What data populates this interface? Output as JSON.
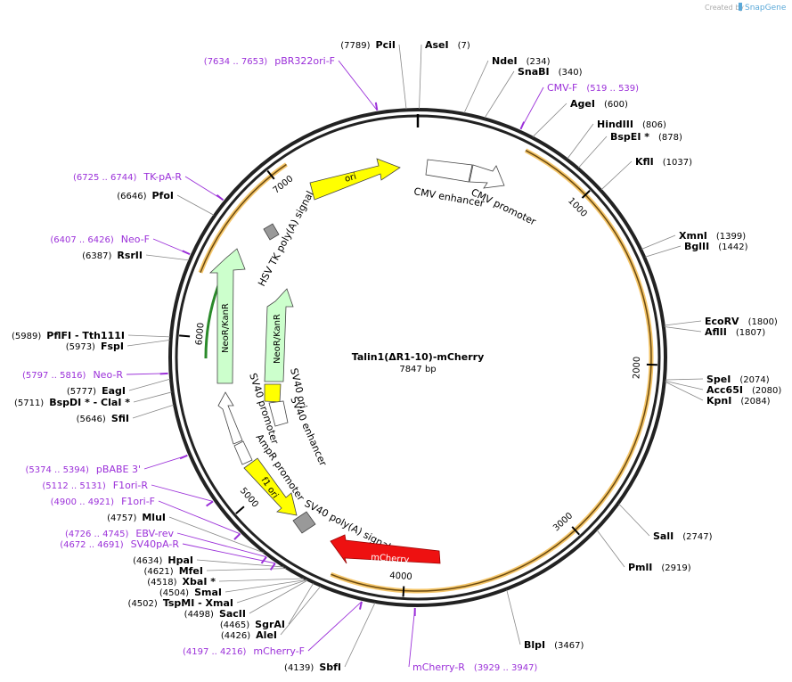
{
  "header": {
    "created_by": "Created by",
    "brand": "SnapGene"
  },
  "plasmid": {
    "name": "Talin1(ΔR1-10)-mCherry",
    "size_label": "7847 bp",
    "total_bp": 7847
  },
  "ticks": [
    {
      "bp": 1000,
      "label": "1000"
    },
    {
      "bp": 2000,
      "label": "2000"
    },
    {
      "bp": 3000,
      "label": "3000"
    },
    {
      "bp": 4000,
      "label": "4000"
    },
    {
      "bp": 5000,
      "label": "5000"
    },
    {
      "bp": 6000,
      "label": "6000"
    },
    {
      "bp": 7000,
      "label": "7000"
    }
  ],
  "sites": [
    {
      "name": "PciI",
      "pos": "(7789)",
      "bp": 7789,
      "side": "left",
      "asterisk": false
    },
    {
      "name": "AseI",
      "pos": "(7)",
      "bp": 7,
      "side": "right",
      "asterisk": false
    },
    {
      "name": "NdeI",
      "pos": "(234)",
      "bp": 234,
      "side": "right",
      "asterisk": false
    },
    {
      "name": "SnaBI",
      "pos": "(340)",
      "bp": 340,
      "side": "right",
      "asterisk": false
    },
    {
      "name": "AgeI",
      "pos": "(600)",
      "bp": 600,
      "side": "right",
      "asterisk": false
    },
    {
      "name": "HindIII",
      "pos": "(806)",
      "bp": 806,
      "side": "right",
      "asterisk": false
    },
    {
      "name": "BspEI *",
      "pos": "(878)",
      "bp": 878,
      "side": "right",
      "asterisk": true
    },
    {
      "name": "KflI",
      "pos": "(1037)",
      "bp": 1037,
      "side": "right",
      "asterisk": false
    },
    {
      "name": "XmnI",
      "pos": "(1399)",
      "bp": 1399,
      "side": "right",
      "asterisk": false
    },
    {
      "name": "BglII",
      "pos": "(1442)",
      "bp": 1442,
      "side": "right",
      "asterisk": false
    },
    {
      "name": "EcoRV",
      "pos": "(1800)",
      "bp": 1800,
      "side": "right",
      "asterisk": false
    },
    {
      "name": "AflII",
      "pos": "(1807)",
      "bp": 1807,
      "side": "right",
      "asterisk": false
    },
    {
      "name": "SpeI",
      "pos": "(2074)",
      "bp": 2074,
      "side": "right",
      "asterisk": false
    },
    {
      "name": "Acc65I",
      "pos": "(2080)",
      "bp": 2080,
      "side": "right",
      "asterisk": false
    },
    {
      "name": "KpnI",
      "pos": "(2084)",
      "bp": 2084,
      "side": "right",
      "asterisk": false
    },
    {
      "name": "SalI",
      "pos": "(2747)",
      "bp": 2747,
      "side": "right",
      "asterisk": false
    },
    {
      "name": "PmlI",
      "pos": "(2919)",
      "bp": 2919,
      "side": "right",
      "asterisk": false
    },
    {
      "name": "BlpI",
      "pos": "(3467)",
      "bp": 3467,
      "side": "right",
      "asterisk": false
    },
    {
      "name": "SbfI",
      "pos": "(4139)",
      "bp": 4139,
      "side": "left",
      "asterisk": false
    },
    {
      "name": "AleI",
      "pos": "(4426)",
      "bp": 4426,
      "side": "left",
      "asterisk": false
    },
    {
      "name": "SgrAI",
      "pos": "(4465)",
      "bp": 4465,
      "side": "left",
      "asterisk": false
    },
    {
      "name": "SacII",
      "pos": "(4498)",
      "bp": 4498,
      "side": "left",
      "asterisk": false
    },
    {
      "name": "TspMI  - XmaI",
      "pos": "(4502)",
      "bp": 4502,
      "side": "left",
      "asterisk": false
    },
    {
      "name": "SmaI",
      "pos": "(4504)",
      "bp": 4504,
      "side": "left",
      "asterisk": false
    },
    {
      "name": "XbaI *",
      "pos": "(4518)",
      "bp": 4518,
      "side": "left",
      "asterisk": true
    },
    {
      "name": "MfeI",
      "pos": "(4621)",
      "bp": 4621,
      "side": "left",
      "asterisk": false
    },
    {
      "name": "HpaI",
      "pos": "(4634)",
      "bp": 4634,
      "side": "left",
      "asterisk": false
    },
    {
      "name": "MluI",
      "pos": "(4757)",
      "bp": 4757,
      "side": "left",
      "asterisk": false
    },
    {
      "name": "SfiI",
      "pos": "(5646)",
      "bp": 5646,
      "side": "left",
      "asterisk": false
    },
    {
      "name": "BspDI *  - ClaI *",
      "pos": "(5711)",
      "bp": 5711,
      "side": "left",
      "asterisk": true
    },
    {
      "name": "EagI",
      "pos": "(5777)",
      "bp": 5777,
      "side": "left",
      "asterisk": false
    },
    {
      "name": "FspI",
      "pos": "(5973)",
      "bp": 5973,
      "side": "left",
      "asterisk": false
    },
    {
      "name": "PflFI  - Tth111I",
      "pos": "(5989)",
      "bp": 5989,
      "side": "left",
      "asterisk": false
    },
    {
      "name": "RsrII",
      "pos": "(6387)",
      "bp": 6387,
      "side": "left",
      "asterisk": false
    },
    {
      "name": "PfoI",
      "pos": "(6646)",
      "bp": 6646,
      "side": "left",
      "asterisk": false
    }
  ],
  "primers": [
    {
      "name": "pBR322ori-F",
      "range": "(7634 .. 7653)",
      "bp": 7643
    },
    {
      "name": "CMV-F",
      "range": "(519 .. 539)",
      "bp": 529
    },
    {
      "name": "TK-pA-R",
      "range": "(6725 .. 6744)",
      "bp": 6734
    },
    {
      "name": "Neo-F",
      "range": "(6407 .. 6426)",
      "bp": 6416
    },
    {
      "name": "Neo-R",
      "range": "(5797 .. 5816)",
      "bp": 5806
    },
    {
      "name": "pBABE 3'",
      "range": "(5374 .. 5394)",
      "bp": 5384
    },
    {
      "name": "F1ori-R",
      "range": "(5112 .. 5131)",
      "bp": 5121
    },
    {
      "name": "F1ori-F",
      "range": "(4900 .. 4921)",
      "bp": 4910
    },
    {
      "name": "EBV-rev",
      "range": "(4726 .. 4745)",
      "bp": 4735
    },
    {
      "name": "SV40pA-R",
      "range": "(4672 .. 4691)",
      "bp": 4681
    },
    {
      "name": "mCherry-F",
      "range": "(4197 .. 4216)",
      "bp": 4206
    },
    {
      "name": "mCherry-R",
      "range": "(3929 .. 3947)",
      "bp": 3938
    }
  ],
  "features": [
    {
      "name": "ori",
      "color": "#ffff00"
    },
    {
      "name": "CMV enhancer",
      "color": "#ffffff"
    },
    {
      "name": "CMV promoter",
      "color": "#ffffff"
    },
    {
      "name": "HSV TK poly(A) signal",
      "color": "#999999"
    },
    {
      "name": "NeoR/KanR",
      "color": "#ccffcc"
    },
    {
      "name": "NeoR/KanR",
      "color": "#ccffcc"
    },
    {
      "name": "SV40 ori",
      "color": "#ffff00"
    },
    {
      "name": "SV40 enhancer",
      "color": "#ffffff"
    },
    {
      "name": "SV40 promoter",
      "color": "#ffffff"
    },
    {
      "name": "AmpR promoter",
      "color": "#ffffff"
    },
    {
      "name": "f1 ori",
      "color": "#ffff00"
    },
    {
      "name": "SV40 poly(A) signal",
      "color": "#999999"
    },
    {
      "name": "mCherry",
      "color": "#ee1111"
    }
  ],
  "colors": {
    "backbone": "#222222",
    "orf_arc": "#f5c66a",
    "primer": "#9b30d9",
    "mcherry": "#ee1111",
    "ori": "#ffff00",
    "neo": "#ccffcc",
    "neo_orf": "#2a8a2a"
  }
}
